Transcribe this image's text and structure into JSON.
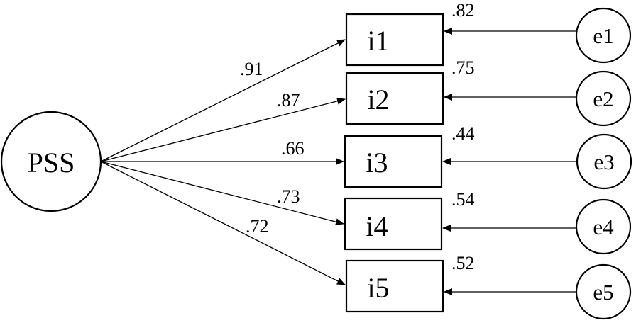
{
  "latent": {
    "label": "PSS"
  },
  "indicators": [
    {
      "label": "i1",
      "loading": ".91",
      "r2": ".82",
      "error": "e1"
    },
    {
      "label": "i2",
      "loading": ".87",
      "r2": ".75",
      "error": "e2"
    },
    {
      "label": "i3",
      "loading": ".66",
      "r2": ".44",
      "error": "e3"
    },
    {
      "label": "i4",
      "loading": ".73",
      "r2": ".54",
      "error": "e4"
    },
    {
      "label": "i5",
      "loading": ".72",
      "r2": ".52",
      "error": "e5"
    }
  ]
}
